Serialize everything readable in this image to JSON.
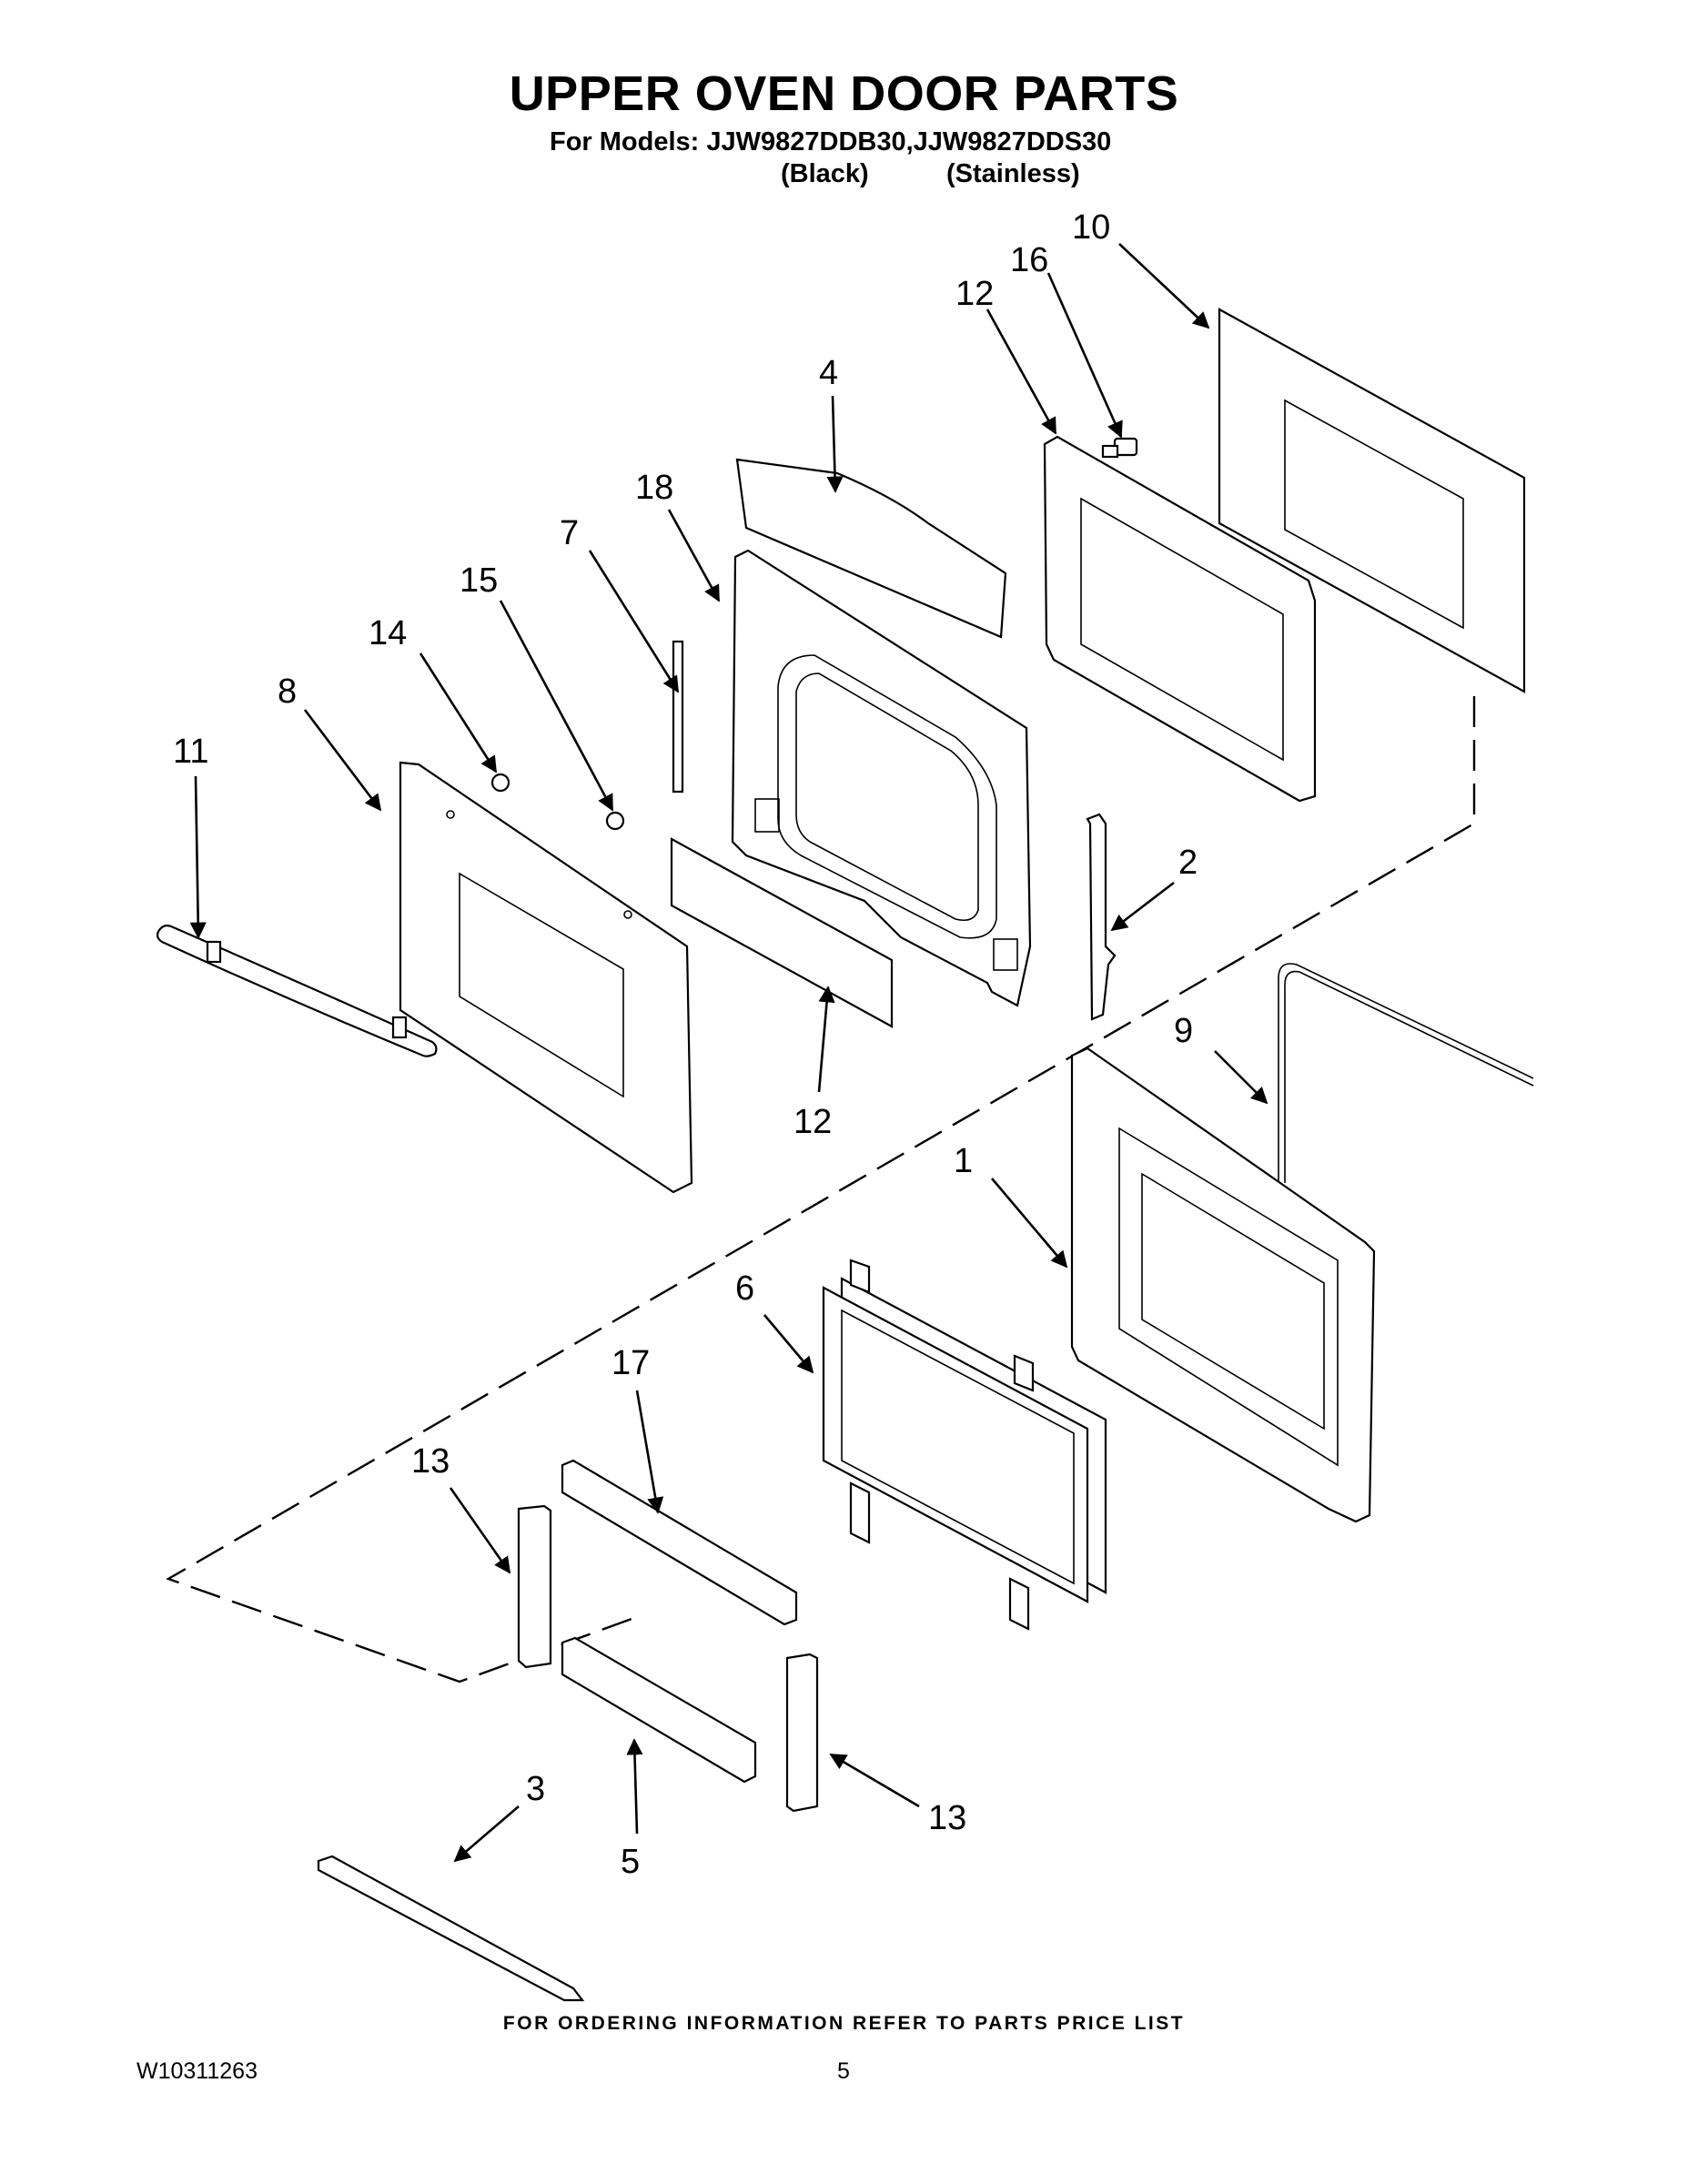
{
  "header": {
    "title": "UPPER OVEN DOOR PARTS",
    "models_line": "For Models: JJW9827DDB30,JJW9827DDS30",
    "variant_black": "(Black)",
    "variant_stainless": "(Stainless)"
  },
  "callouts": [
    "1",
    "2",
    "3",
    "4",
    "5",
    "6",
    "7",
    "8",
    "9",
    "10",
    "11",
    "12",
    "12",
    "13",
    "13",
    "14",
    "15",
    "16",
    "17",
    "18"
  ],
  "footer": {
    "ordering_note": "FOR ORDERING INFORMATION REFER TO PARTS PRICE LIST",
    "document_number": "W10311263",
    "page_number": "5"
  }
}
